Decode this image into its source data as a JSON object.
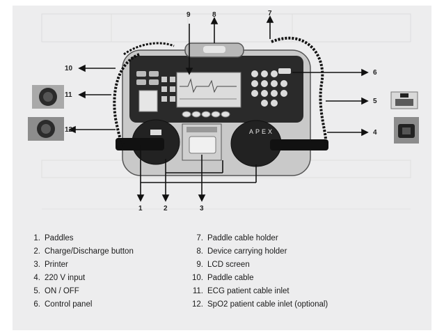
{
  "device_brand": "APEX",
  "callouts": {
    "c1": "1",
    "c2": "2",
    "c3": "3",
    "c4": "4",
    "c5": "5",
    "c6": "6",
    "c7": "7",
    "c8": "8",
    "c9": "9",
    "c10": "10",
    "c11": "11",
    "c12": "12"
  },
  "legend_left": [
    {
      "num": "1.",
      "label": "Paddles"
    },
    {
      "num": "2.",
      "label": "Charge/Discharge button"
    },
    {
      "num": "3.",
      "label": "Printer"
    },
    {
      "num": "4.",
      "label": "220 V input"
    },
    {
      "num": "5.",
      "label": "ON / OFF"
    },
    {
      "num": "6.",
      "label": "Control panel"
    }
  ],
  "legend_right": [
    {
      "num": "7.",
      "label": "Paddle cable holder"
    },
    {
      "num": "8.",
      "label": "Device carrying holder"
    },
    {
      "num": "9.",
      "label": "LCD screen"
    },
    {
      "num": "10.",
      "label": "Paddle cable"
    },
    {
      "num": "11.",
      "label": "ECG patient cable inlet"
    },
    {
      "num": "12.",
      "label": "SpO2 patient cable inlet (optional)"
    }
  ]
}
